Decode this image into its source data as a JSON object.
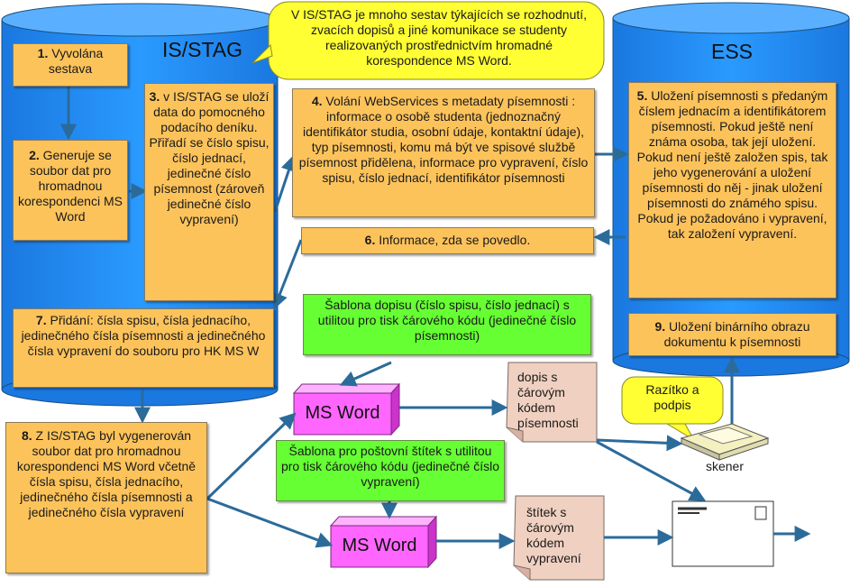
{
  "cylinders": {
    "isstag": {
      "label": "IS/STAG"
    },
    "ess": {
      "label": "ESS"
    }
  },
  "callout_top": {
    "text": "V IS/STAG je mnoho sestav týkajících se rozhodnutí, zvacích dopisů a jiné komunikace se studenty realizovaných prostřednictvím hromadné korespondence MS Word."
  },
  "steps": {
    "s1": {
      "num": "1.",
      "text": " Vyvolána sestava"
    },
    "s2": {
      "num": "2.",
      "text": " Generuje se soubor dat pro hromadnou korespondenci MS Word"
    },
    "s3": {
      "num": "3.",
      "text": " v IS/STAG se uloží data do pomocného podacího deníku. Přiřadí se číslo spisu, číslo jednací, jedinečné číslo písemnost (zároveň jedinečné číslo vypravení)"
    },
    "s4": {
      "num": "4.",
      "text": " Volání WebServices s metadaty písemnosti : informace o osobě studenta (jednoznačný identifikátor studia, osobní údaje, kontaktní údaje), typ písemnosti, komu má být ve spisové službě písemnost přidělena, informace pro vypravení, číslo spisu, číslo jednací, identifikátor písemnosti"
    },
    "s5": {
      "num": "5.",
      "text": " Uložení písemnosti s předaným číslem jednacím a identifikátorem písemnosti. Pokud ještě není známa osoba, tak její uložení. Pokud není ještě založen spis, tak jeho vygenerování a uložení písemnosti do něj - jinak uložení písemnosti do známého spisu. Pokud je požadováno i vypravení, tak založení vypravení."
    },
    "s6": {
      "num": "6.",
      "text": " Informace, zda se povedlo."
    },
    "s7": {
      "num": "7.",
      "text": " Přidání: čísla spisu, čísla jednacího, jedinečného čísla písemnosti a jedinečného čísla vypravení do souboru pro HK MS W"
    },
    "s8": {
      "num": "8.",
      "text": " Z IS/STAG byl vygenerován soubor dat pro hromadnou korespondenci MS Word včetně čísla spisu, čísla jednacího, jedinečného čísla písemnosti a jedinečného čísla vypravení"
    },
    "s9": {
      "num": "9.",
      "text": " Uložení binárního obrazu dokumentu k písemnosti"
    }
  },
  "templates": {
    "letter": {
      "text": "Šablona dopisu (číslo spisu, číslo jednací) s utilitou pro tisk čárového kódu (jedinečné číslo písemnosti)"
    },
    "label": {
      "text": "Šablona pro poštovní štítek s utilitou pro tisk čárového kódu (jedinečné číslo vypravení)"
    }
  },
  "msword": {
    "label1": "MS Word",
    "label2": "MS Word"
  },
  "documents": {
    "letter": {
      "text": "dopis s čárovým kódem písemnosti"
    },
    "label": {
      "text": "štítek s čárovým kódem vypravení"
    }
  },
  "callout_stamp": {
    "text": "Razítko a podpis"
  },
  "scanner": {
    "label": "skener"
  },
  "colors": {
    "cylinder": "#1e90ff",
    "step_box": "#fdc35b",
    "template_box": "#66ff33",
    "callout": "#ffff33",
    "word_box": "#ff66ff",
    "doc_note": "#f0d0c0",
    "arrow": "#2b6b9a"
  }
}
